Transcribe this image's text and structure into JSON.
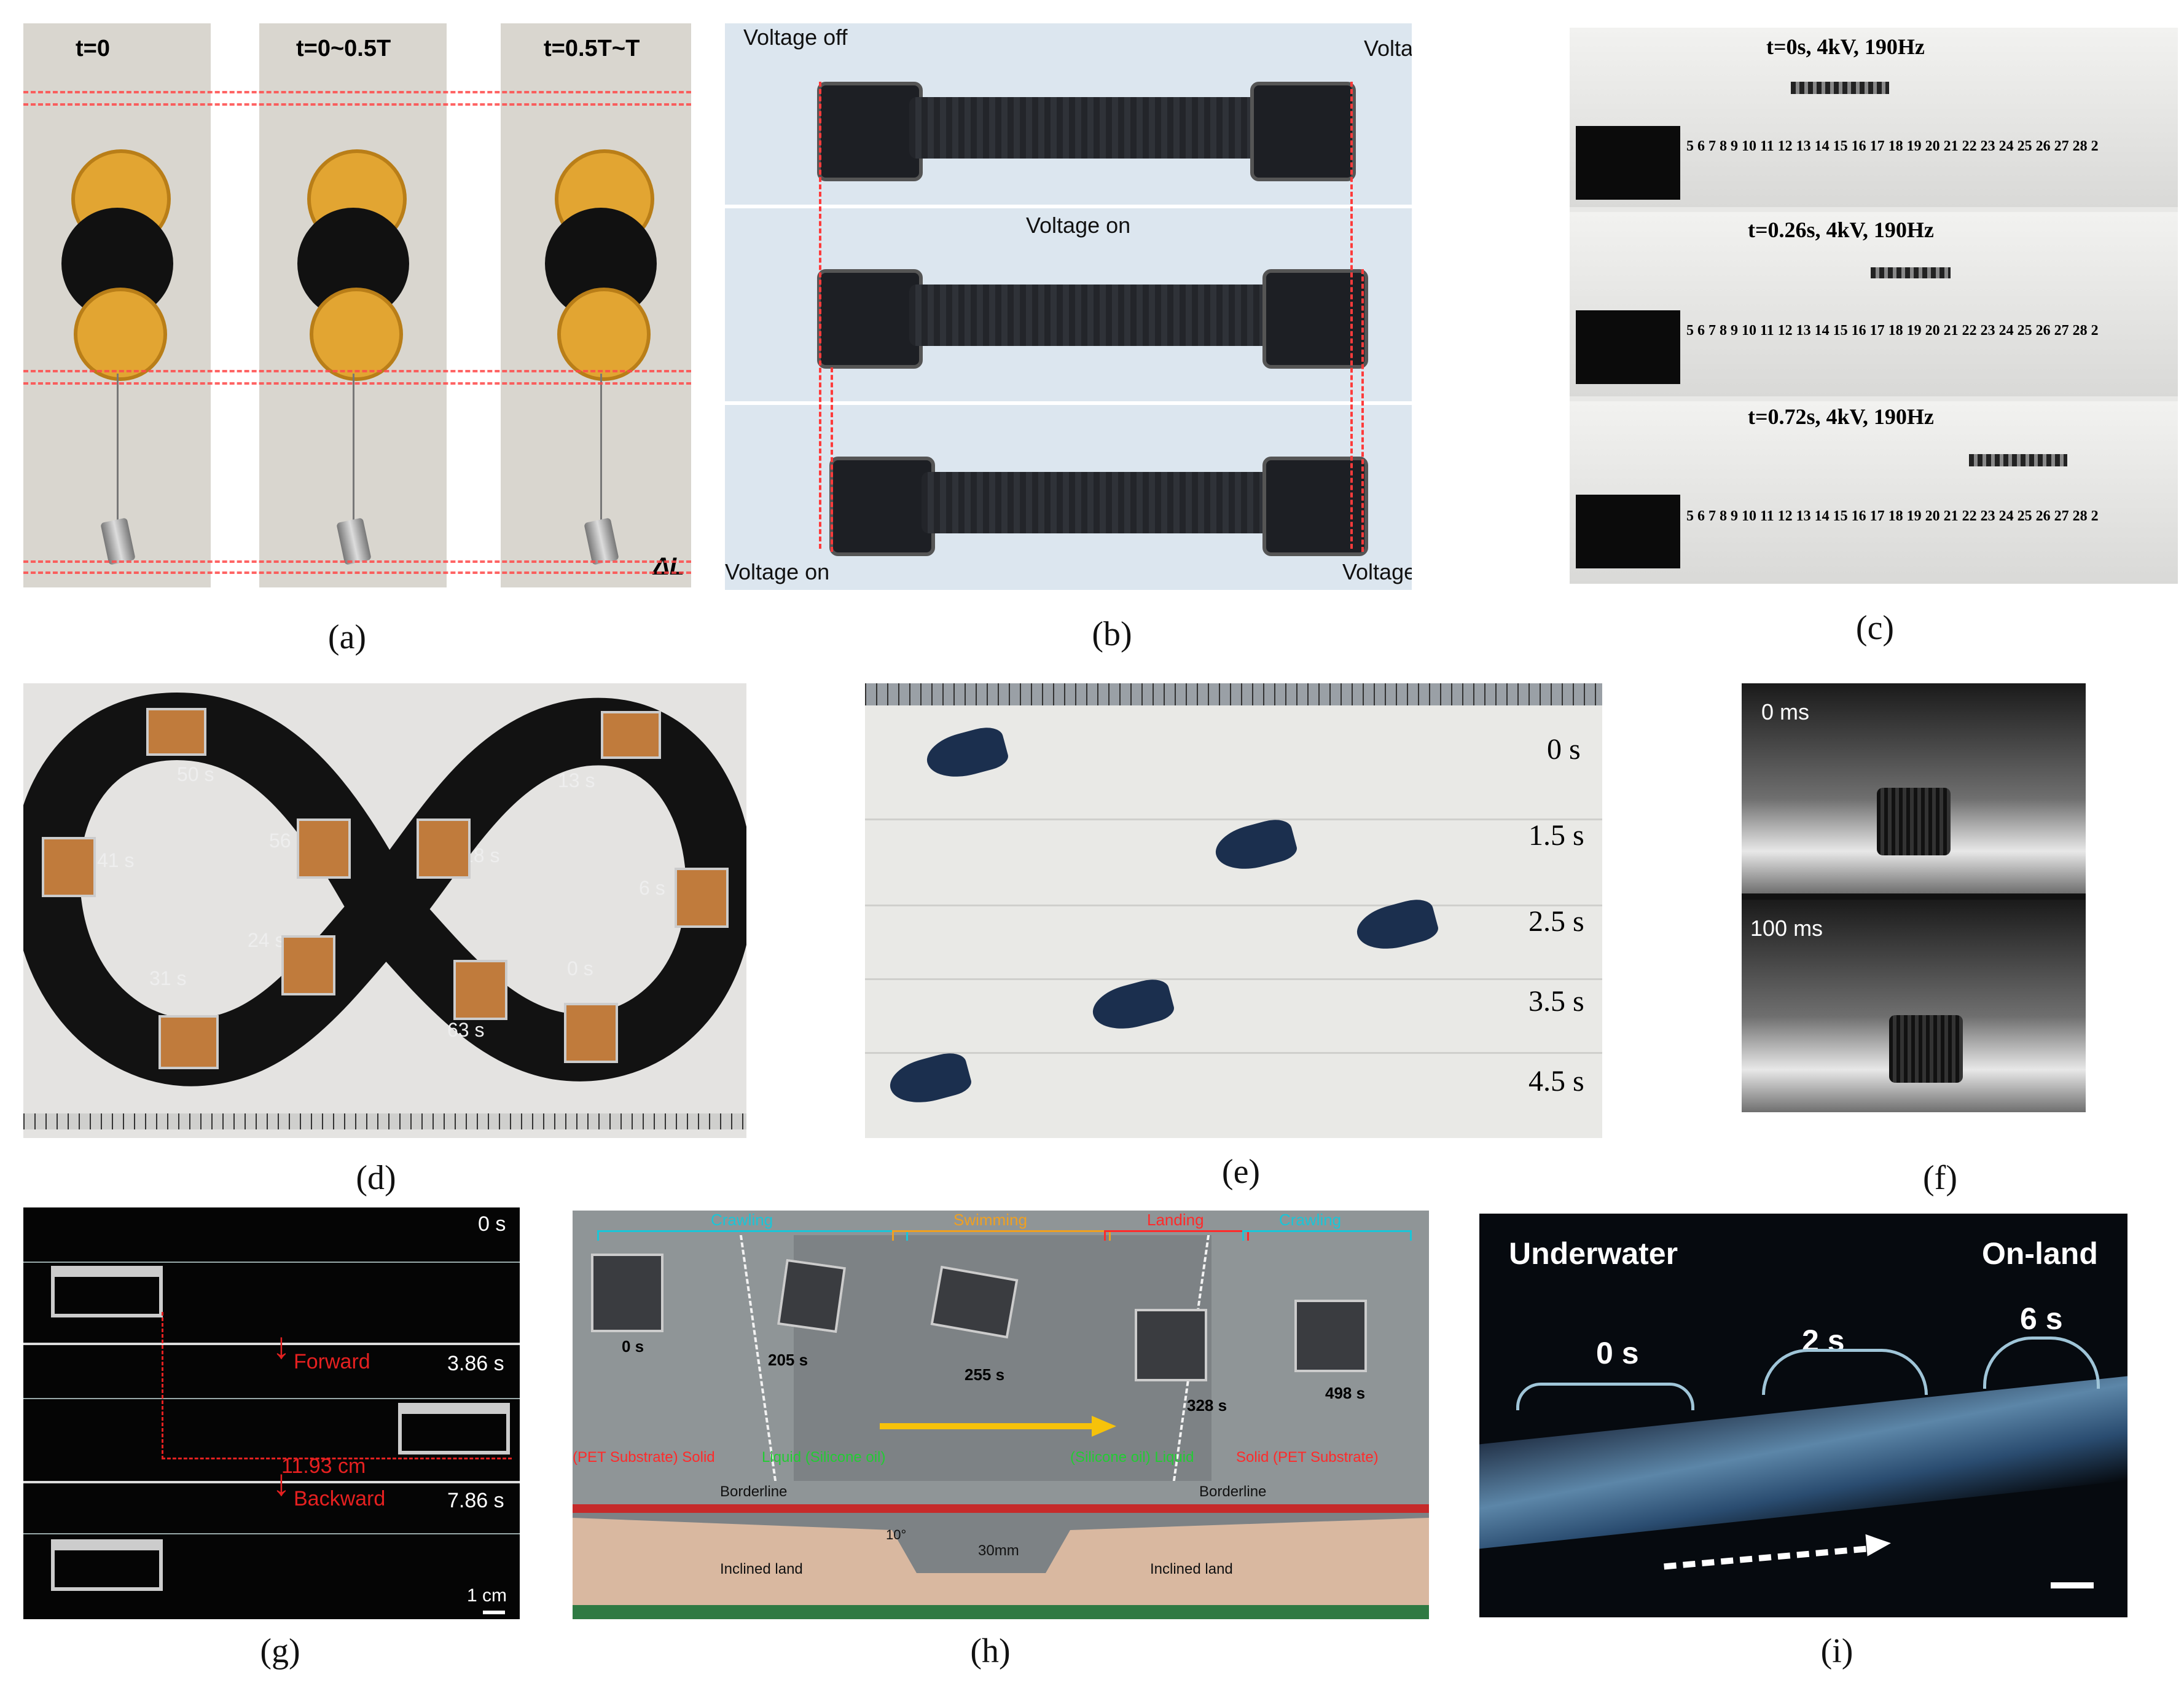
{
  "captions": [
    "(a)",
    "(b)",
    "(c)",
    "(d)",
    "(e)",
    "(f)",
    "(g)",
    "(h)",
    "(i)"
  ],
  "panel_a": {
    "frames": [
      "t=0",
      "t=0~0.5T",
      "t=0.5T~T"
    ],
    "delta": "ΔL"
  },
  "panel_b": {
    "voltage_off_top": "Voltage off",
    "voltage_on_top": "Voltage on",
    "voltage_on_mid": "Voltage on",
    "voltage_on_bottom": "Voltage on",
    "voltage_off_bottom": "Voltage off"
  },
  "panel_c": {
    "frames": [
      "t=0s,  4kV, 190Hz",
      "t=0.26s,  4kV, 190Hz",
      "t=0.72s,  4kV, 190Hz"
    ],
    "ruler": "5 6 7 8 9 10 11 12 13 14 15 16 17 18 19 20 21 22 23 24 25 26 27 28 2"
  },
  "panel_d": {
    "times": [
      "50 s",
      "13 s",
      "41 s",
      "56 s",
      "18 s",
      "6 s",
      "24 s",
      "31 s",
      "0 s",
      "63 s"
    ]
  },
  "panel_e": {
    "times": [
      "0 s",
      "1.5 s",
      "2.5 s",
      "3.5 s",
      "4.5 s"
    ]
  },
  "panel_f": {
    "times": [
      "0 ms",
      "100 ms"
    ]
  },
  "panel_g": {
    "times": [
      "0 s",
      "3.86 s",
      "7.86 s"
    ],
    "forward": "Forward",
    "backward": "Backward",
    "distance": "11.93 cm",
    "scale": "1 cm"
  },
  "panel_h": {
    "phases": [
      "Crawling",
      "Swimming",
      "Landing",
      "Crawling"
    ],
    "times": [
      "0 s",
      "205 s",
      "255 s",
      "328 s",
      "498 s"
    ],
    "left_solid": "(PET Substrate) Solid",
    "left_liquid": "Liquid (Silicone oil)",
    "right_liquid": "(Silicone oil) Liquid",
    "right_solid": "Solid (PET Substrate)",
    "borderline_left": "Borderline",
    "borderline_right": "Borderline",
    "angle": "10°",
    "depth": "30mm",
    "land_left": "Inclined land",
    "land_right": "Inclined land"
  },
  "panel_i": {
    "underwater": "Underwater",
    "onland": "On-land",
    "times": [
      "0 s",
      "2 s",
      "6 s"
    ]
  },
  "colors": {
    "red": "#ff2a2a",
    "cyan": "#19c6d8",
    "orange": "#f0a020",
    "green": "#22cc33",
    "yellow": "#f6c20a"
  }
}
